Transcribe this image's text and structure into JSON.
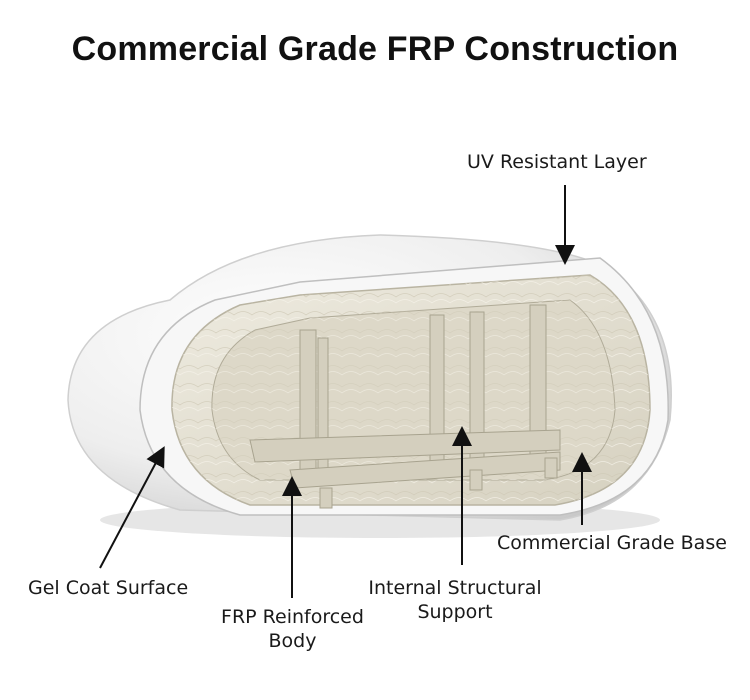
{
  "title": "Commercial Grade FRP Construction",
  "labels": {
    "uv_layer": "UV Resistant Layer",
    "gel_coat": "Gel Coat Surface",
    "frp_body_line1": "FRP Reinforced",
    "frp_body_line2": "Body",
    "internal_support_line1": "Internal Structural",
    "internal_support_line2": "Support",
    "base": "Commercial Grade Base"
  },
  "colors": {
    "outer_shell": "#f2f2f2",
    "fiberglass": "#e4e0d2",
    "structure": "#d9d5c6",
    "arrow": "#111111"
  }
}
